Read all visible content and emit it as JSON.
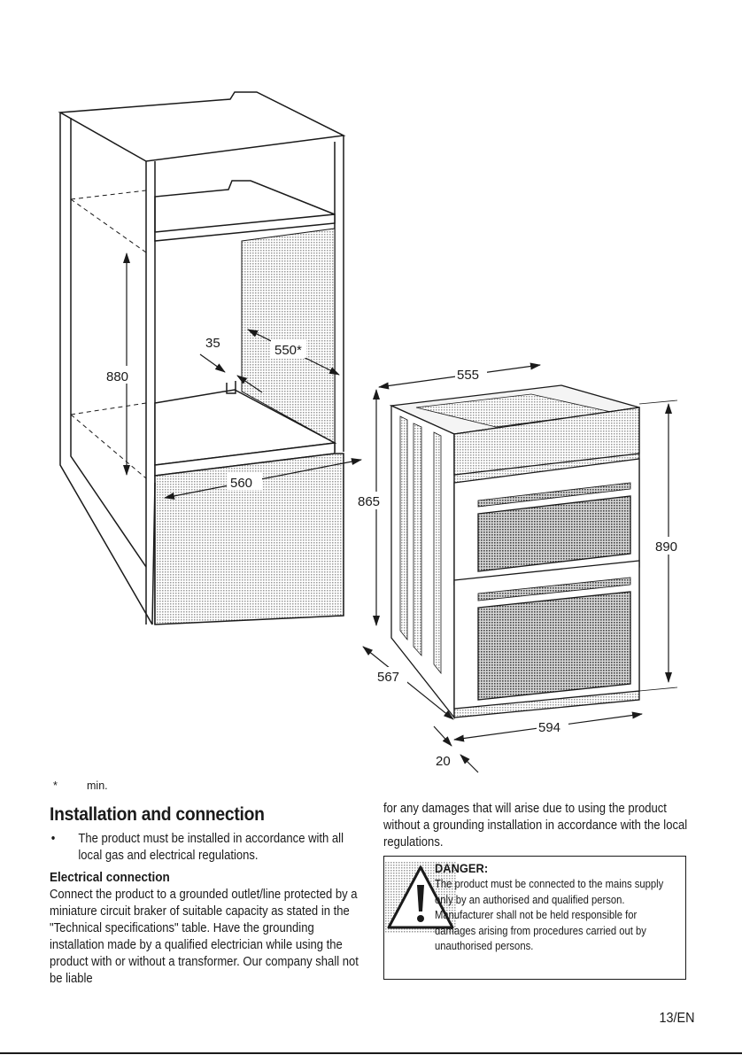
{
  "figure": {
    "cabinet_dimensions": {
      "height_880": "880",
      "depth_550": "550*",
      "gap_35": "35",
      "width_560": "560"
    },
    "oven_dimensions": {
      "top_555": "555",
      "height_865": "865",
      "front_890": "890",
      "depth_567": "567",
      "width_594": "594",
      "offset_20": "20"
    }
  },
  "footnote": {
    "symbol": "*",
    "text": "min."
  },
  "installation": {
    "title": "Installation and connection",
    "bullet_symbol": "•",
    "bullet_text": "The product must be installed in accordance with all local gas and electrical regulations.",
    "electrical_title": "Electrical connection",
    "electrical_text": "Connect the product to a grounded outlet/line protected by a miniature circuit braker of suitable capacity as stated in the \"Technical specifications\" table. Have the grounding installation made by a qualified electrician while using the product with or without a transformer. Our company shall not be liable",
    "electrical_text_cont": "for any damages that will arise due to using the product without a grounding installation in accordance with the local regulations."
  },
  "danger": {
    "title": "DANGER:",
    "text": "The product must be connected to the mains supply only by an authorised and qualified person. Manufacturer shall not be held responsible for damages arising from procedures carried out by unauthorised persons."
  },
  "page_number": "13/EN"
}
